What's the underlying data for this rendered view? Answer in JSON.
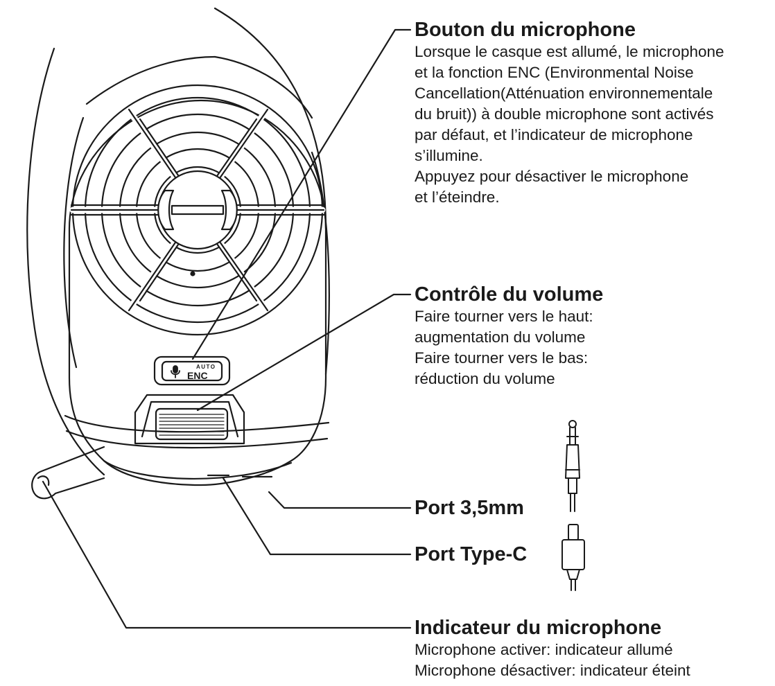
{
  "callouts": {
    "mic_button": {
      "title": "Bouton du microphone",
      "lines": [
        "Lorsque le casque est allumé, le microphone",
        "et la fonction ENC (Environmental Noise",
        "Cancellation(Atténuation environnementale",
        "du bruit)) à double microphone sont activés",
        "par défaut, et l’indicateur de microphone",
        "s’illumine.",
        "Appuyez pour désactiver le microphone",
        "et l’éteindre."
      ]
    },
    "volume": {
      "title": "Contrôle du volume",
      "lines": [
        "Faire tourner vers le haut:",
        "augmentation du volume",
        "Faire tourner vers le bas:",
        "réduction du volume"
      ]
    },
    "port_35": {
      "title": "Port 3,5mm"
    },
    "port_typec": {
      "title": "Port Type-C"
    },
    "mic_indicator": {
      "title": "Indicateur du microphone",
      "lines": [
        "Microphone activer: indicateur allumé",
        "Microphone désactiver: indicateur éteint"
      ]
    }
  },
  "button_badge": {
    "top": "AUTO",
    "bottom": "ENC"
  },
  "icons": [
    "jack-3-5mm-icon",
    "usb-type-c-icon",
    "microphone-icon"
  ],
  "colors": {
    "line": "#1a1a1a",
    "background": "#ffffff"
  }
}
